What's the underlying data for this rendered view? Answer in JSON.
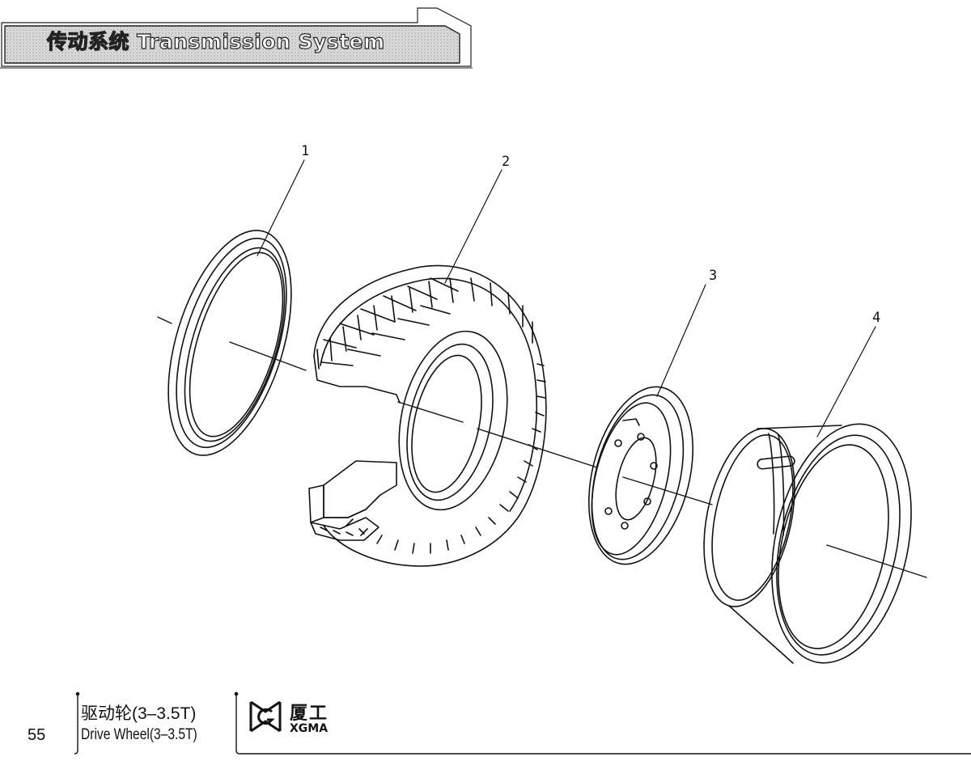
{
  "header": {
    "title": "传动系统 Transmission System"
  },
  "callouts": [
    "1",
    "2",
    "3",
    "4"
  ],
  "footer": {
    "page_number": "55",
    "caption_cn": "驱动轮(3–3.5T)",
    "caption_en": "Drive Wheel(3–3.5T)",
    "logo_cn": "厦工",
    "logo_en": "XGMA"
  },
  "colors": {
    "ink": "#111111",
    "banner_fill": "#d4d4d4"
  }
}
